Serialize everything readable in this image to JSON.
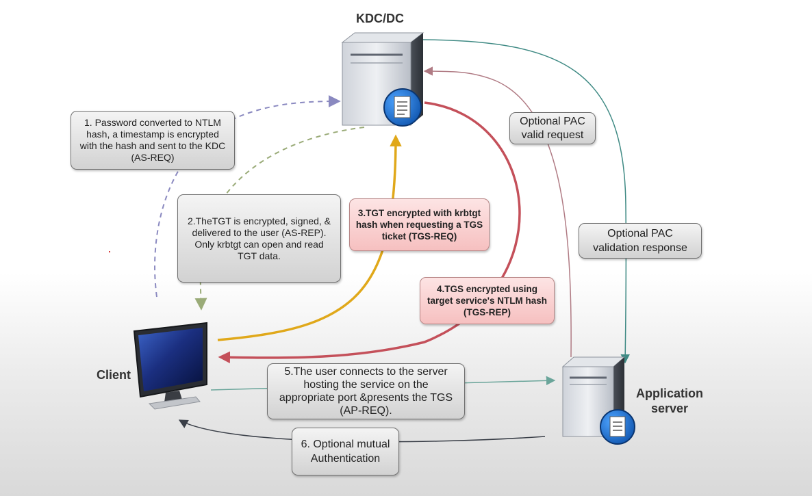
{
  "nodes": {
    "kdc": "KDC/DC",
    "client": "Client",
    "app_server": "Application\nserver"
  },
  "steps": {
    "step1": "1. Password converted to NTLM hash, a timestamp is encrypted with the hash and sent to the KDC (AS-REQ)",
    "step2": "2.TheTGT is encrypted, signed, & delivered to the user (AS-REP). Only krbtgt can open and read TGT data.",
    "step3": "3.TGT encrypted with krbtgt hash when requesting a TGS ticket (TGS-REQ)",
    "step4": "4.TGS encrypted using target service's NTLM hash (TGS-REP)",
    "step5": "5.The user connects to the server hosting the service on the appropriate port &presents the TGS (AP-REQ).",
    "step6": "6. Optional mutual Authentication",
    "pac_request": "Optional PAC valid request",
    "pac_response": "Optional PAC validation response"
  },
  "colors": {
    "step1_arrow": "#8a89c0",
    "step2_arrow": "#9aab78",
    "step3_arrow": "#e0a81a",
    "step4_arrow": "#c4505a",
    "step5_arrow": "#6aa59a",
    "step6_arrow": "#3a3f48",
    "pac_request_arrow": "#b07b84",
    "pac_response_arrow": "#3f8a84",
    "pink_box": "#f8cccc"
  },
  "icons": [
    "server-icon",
    "document-badge-icon",
    "monitor-icon"
  ]
}
